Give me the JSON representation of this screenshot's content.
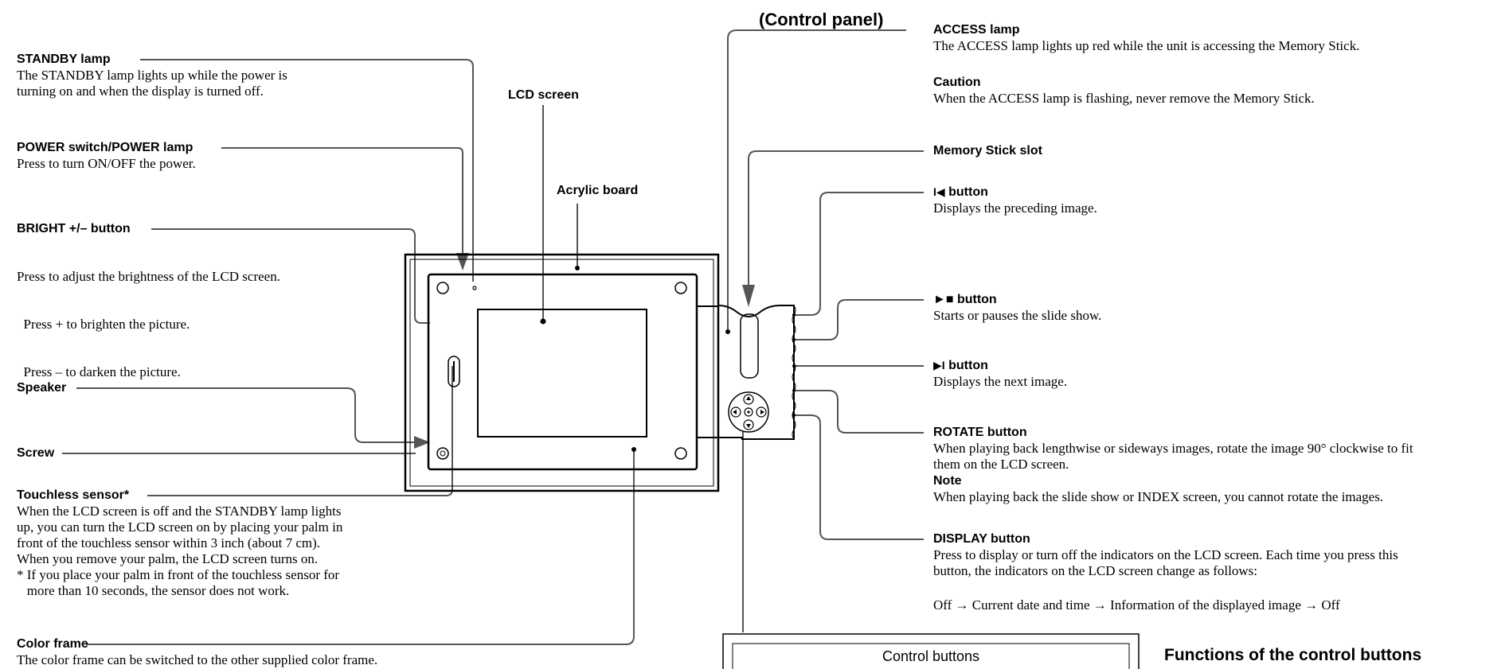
{
  "control_panel_title": "(Control panel)",
  "left": {
    "standby": {
      "title": "STANDBY lamp",
      "lines": [
        "The STANDBY lamp lights up while the power is",
        "turning on and when the display is turned off."
      ]
    },
    "power": {
      "title": "POWER switch/POWER lamp",
      "lines": [
        "Press to turn ON/OFF the power."
      ]
    },
    "bright": {
      "title": "BRIGHT +/– button",
      "lines": [
        "Press to adjust the brightness of the LCD screen.",
        "  Press + to brighten the picture.",
        "  Press – to darken the picture."
      ]
    },
    "speaker": {
      "title": "Speaker"
    },
    "screw": {
      "title": "Screw"
    },
    "touchless": {
      "title": "Touchless sensor*",
      "lines": [
        "When the LCD screen is off and the STANDBY lamp lights",
        "up, you can turn the LCD screen on by placing your palm in",
        "front of the touchless sensor within 3 inch (about 7 cm).",
        "When you remove your palm, the LCD screen turns on.",
        "* If you place your palm in front of the touchless sensor for",
        "   more than 10 seconds, the sensor does not work."
      ]
    },
    "color_frame": {
      "title": "Color frame",
      "lines": [
        "The color frame can be switched to the other supplied color frame."
      ]
    }
  },
  "center": {
    "lcd_screen": "LCD screen",
    "acrylic_board": "Acrylic board"
  },
  "right": {
    "access": {
      "title": "ACCESS lamp",
      "lines": [
        "The ACCESS lamp lights up red while the unit is accessing the Memory Stick."
      ]
    },
    "caution": {
      "title": "Caution",
      "lines": [
        "When the ACCESS lamp is flashing, never remove the Memory Stick."
      ]
    },
    "memory_slot": {
      "title": "Memory Stick slot"
    },
    "prev": {
      "icon": "I◀",
      "title": "button",
      "lines": [
        "Displays the preceding image."
      ]
    },
    "play": {
      "icon": "►■",
      "title": "button",
      "lines": [
        "Starts or pauses the slide show."
      ]
    },
    "next": {
      "icon": "▶I",
      "title": "button",
      "lines": [
        "Displays the next image."
      ]
    },
    "rotate": {
      "title": "ROTATE button",
      "lines": [
        "When playing back lengthwise or sideways images, rotate the image 90° clockwise to fit",
        "them on the LCD screen."
      ]
    },
    "note": {
      "title": "Note",
      "lines": [
        "When playing back the slide show or INDEX screen, you cannot rotate the images."
      ]
    },
    "display": {
      "title": "DISPLAY button",
      "lines": [
        "Press to display or turn off the indicators on the LCD screen. Each time you press this",
        "button, the indicators on the LCD screen change as follows:"
      ],
      "sequence": "Off → Current date and time → Information of the displayed image → Off"
    }
  },
  "bottom": {
    "control_buttons": "Control buttons",
    "functions_title": "Functions of the control buttons"
  }
}
